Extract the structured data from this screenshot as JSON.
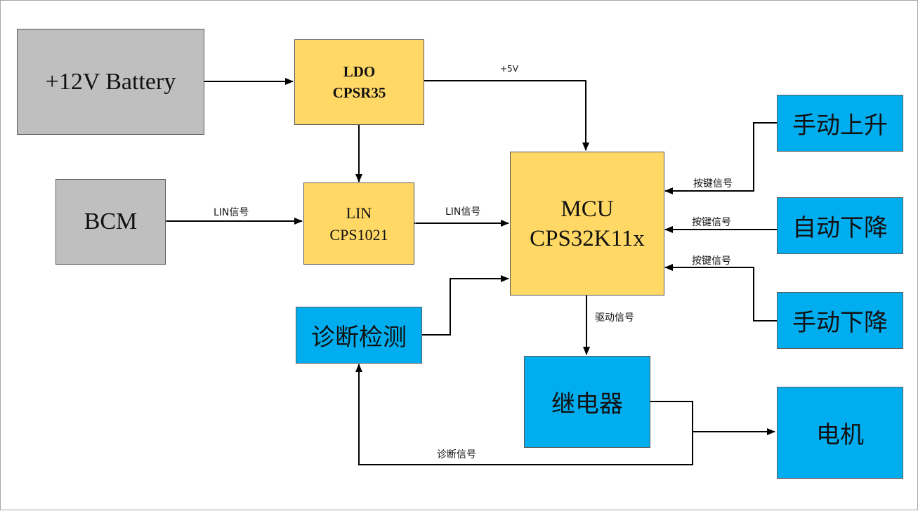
{
  "colors": {
    "power_block": "#bfbfbf",
    "chip_block": "#ffd866",
    "io_block": "#00aef0",
    "wire": "#000000"
  },
  "blocks": {
    "battery": "+12V Battery",
    "ldo": {
      "line1": "LDO",
      "line2": "CPSR35"
    },
    "bcm": "BCM",
    "lin": {
      "line1": "LIN",
      "line2": "CPS1021"
    },
    "mcu": {
      "line1": "MCU",
      "line2": "CPS32K11x"
    },
    "manual_up": "手动上升",
    "auto_down": "自动下降",
    "manual_down": "手动下降",
    "diagnostics": "诊断检测",
    "relay": "继电器",
    "motor": "电机"
  },
  "labels": {
    "plus5v": "+5V",
    "lin_signal_bcm": "LIN信号",
    "lin_signal_mcu": "LIN信号",
    "key_signal_1": "按键信号",
    "key_signal_2": "按键信号",
    "key_signal_3": "按键信号",
    "drive_signal": "驱动信号",
    "diag_signal": "诊断信号"
  }
}
